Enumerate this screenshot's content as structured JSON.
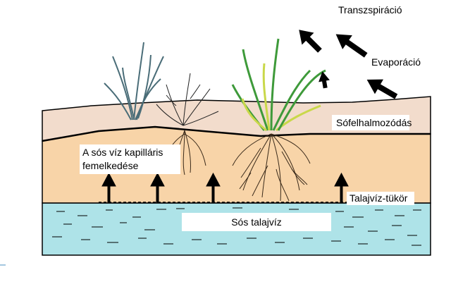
{
  "labels": {
    "transpiration": "Transzspiráció",
    "evaporation": "Evaporáció",
    "salt_accumulation": "Sófelhalmozódás",
    "capillary_rise": "A sós víz kapilláris femelkedése",
    "water_table": "Talajvíz-tükör",
    "saline_groundwater": "Sós talajvíz"
  },
  "colors": {
    "topsoil": "#f2dccc",
    "subsoil": "#f8d4a8",
    "groundwater": "#aee3e8",
    "outline": "#000000",
    "grass_green": "#3e9a3a",
    "grass_yellow": "#c9d84a",
    "shrub_blue": "#4a6d78"
  }
}
